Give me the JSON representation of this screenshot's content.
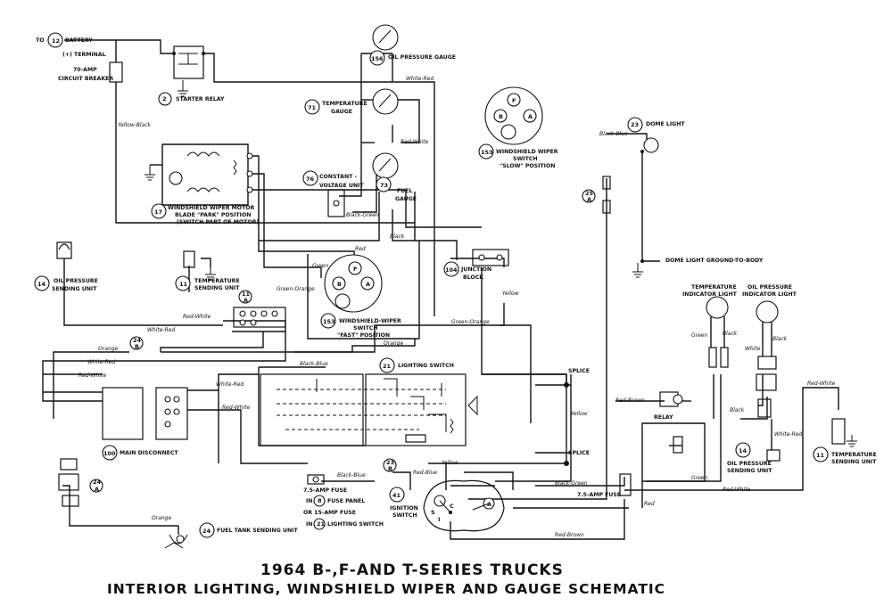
{
  "title": {
    "line1": "1964 B-,F-AND T-SERIES TRUCKS",
    "line2": "INTERIOR LIGHTING, WINDSHIELD WIPER  AND GAUGE SCHEMATIC"
  },
  "components": {
    "battery_to": "TO",
    "battery_num": "12",
    "battery_name": "BATTERY",
    "battery_terminal": "(+) TERMINAL",
    "breaker_line1": "70-AMP",
    "breaker_line2": "CIRCUIT BREAKER",
    "starter_num": "2",
    "starter_name": "STARTER RELAY",
    "oil_gauge_num": "156",
    "oil_gauge_name": "OIL PRESSURE GAUGE",
    "temp_gauge_num": "71",
    "temp_gauge_line1": "TEMPERATURE",
    "temp_gauge_line2": "GAUGE",
    "cvu_num": "76",
    "cvu_line1": "CONSTANT -",
    "cvu_line2": "VOLTAGE UNIT",
    "fuel_gauge_num": "73",
    "fuel_gauge_line1": "FUEL",
    "fuel_gauge_line2": "GAUGE",
    "wiper_slow_num": "153",
    "wiper_slow_line1": "WINDSHIELD WIPER",
    "wiper_slow_line2": "SWITCH",
    "wiper_slow_line3": "\"SLOW\" POSITION",
    "dome_num": "23",
    "dome_name": "DOME LIGHT",
    "fuse_25_top": "25",
    "fuse_25_bottom": "A",
    "dome_ground": "DOME LIGHT GROUND-TO-BODY",
    "wiper_motor_num": "17",
    "wiper_motor_line1": "WINDSHIELD WIPER MOTOR",
    "wiper_motor_line2": "BLADE \"PARK\" POSITION",
    "wiper_motor_line3": "(SWITCH PART OF MOTOR)",
    "oil_sender_left_num": "14",
    "oil_sender_left_line1": "OIL PRESSURE",
    "oil_sender_left_line2": "SENDING UNIT",
    "temp_sender_left_num": "11",
    "temp_sender_left_line1": "TEMPERATURE",
    "temp_sender_left_line2": "SENDING UNIT",
    "junction_num": "104",
    "junction_line1": "JUNCTION",
    "junction_line2": "BLOCK",
    "wiper_fast_num": "153",
    "wiper_fast_line1": "WINDSHIELD-WIPER",
    "wiper_fast_line2": "SWITCH",
    "wiper_fast_line3": "\"FAST\" POSITION",
    "temp_ind_line1": "TEMPERATURE",
    "temp_ind_line2": "INDICATOR LIGHT",
    "oil_ind_line1": "OIL PRESSURE",
    "oil_ind_line2": "INDICATOR LIGHT",
    "conn_11_top": "11",
    "conn_11_bottom": "A",
    "conn_24b_top": "24",
    "conn_24b_bottom": "B",
    "lighting_num": "21",
    "lighting_name": "LIGHTING SWITCH",
    "splice_top": "SPLICE",
    "splice_bottom": "SPLICE",
    "relay_name": "RELAY",
    "main_disc_num": "100",
    "main_disc_name": "MAIN DISCONNECT",
    "oil_sender_right_num": "14",
    "oil_sender_right_line1": "OIL PRESSURE",
    "oil_sender_right_line2": "SENDING UNIT",
    "temp_sender_right_num": "11",
    "temp_sender_right_line1": "TEMPERATURE",
    "temp_sender_right_line2": "SENDING UNIT",
    "conn_24a_top": "24",
    "conn_24a_bottom": "A",
    "fuse_75_label": "7.5-AMP FUSE",
    "fuse_panel_in": "IN",
    "fuse_panel_num": "8",
    "fuse_panel_name": "FUSE PANEL",
    "fuse_15_label": "OR 15-AMP FUSE",
    "lighting_in": "IN",
    "lighting2_num": "21",
    "lighting2_name": "LIGHTING SWITCH",
    "conn_23b_top": "23",
    "conn_23b_bottom": "B",
    "ignition_num": "41",
    "ignition_line1": "IGNITION",
    "ignition_line2": "SWITCH",
    "fuse_75_right": "7.5-AMP FUSE",
    "fuel_sender_num": "24",
    "fuel_sender_name": "FUEL TANK SENDING UNIT"
  },
  "wires": {
    "white_red_top": "White-Red",
    "yellow_black": "Yellow-Black",
    "red_white_gauge": "Red-White",
    "black_green": "Black-Green",
    "black_blue_dome": "Black-Blue",
    "black_top": "Black",
    "red_mid": "Red",
    "green_mid": "Green",
    "green_orange": "Green-Orange",
    "yellow_jb": "Yellow",
    "red_white_left": "Red-White",
    "white_red_left": "White-Red",
    "green_orange_2": "Green-Orange",
    "orange_mid": "Orange",
    "orange_left": "Orange",
    "white_red_far": "White-Red",
    "black_blue_ls": "Black-Blue",
    "red_white_md": "Red-White",
    "white_red_md": "White-Red",
    "red_white_md2": "Red-White",
    "yellow_splice": "Yellow",
    "red_brown": "Red-Brown",
    "green_ind": "Green",
    "black_ind": "Black",
    "white_ind": "White",
    "black_ind2": "Black",
    "red_white_far_right": "Red-White",
    "black_relay": "Black",
    "white_red_relay": "White-Red",
    "black_blue_fuse": "Black-Blue",
    "yellow_fuse": "Yellow",
    "red_blue_fuse": "Red-Blue",
    "black_green_ign": "Black-Green",
    "green_relay": "Green",
    "red_white_relay": "Red-White",
    "red_relay": "Red",
    "orange_fuel": "Orange",
    "red_brown_bottom": "Red-Brown"
  },
  "switch_letters": {
    "f": "F",
    "b": "B",
    "a": "A",
    "s": "S",
    "c": "C",
    "i": "I"
  }
}
